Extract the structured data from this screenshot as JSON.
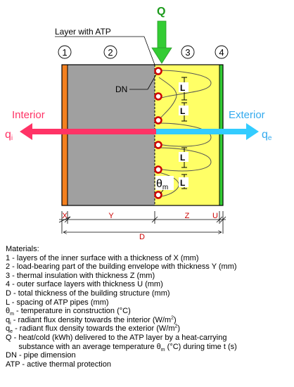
{
  "labels": {
    "q_arrow": "Q",
    "layer_with_atp": "Layer with ATP",
    "dn": "DN",
    "interior": "Interior",
    "exterior": "Exterior",
    "qi": "q",
    "qi_sub": "i",
    "qe": "q",
    "qe_sub": "e",
    "theta": "θ",
    "theta_sub": "m",
    "pipe_spacing": "L"
  },
  "layer_numbers": [
    "1",
    "2",
    "3",
    "4"
  ],
  "dimensions": {
    "x": "X",
    "y": "Y",
    "z": "Z",
    "u": "U",
    "d": "D"
  },
  "legend": {
    "title": "Materials:",
    "rows": [
      {
        "parts": [
          "1 - layers of the inner surface with a thickness of X (mm)"
        ]
      },
      {
        "parts": [
          "2 - load-bearing part of the building envelope with thickness Y (mm)"
        ]
      },
      {
        "parts": [
          "3 - thermal insulation with thickness Z (mm)"
        ]
      },
      {
        "parts": [
          "4 - outer surface layers with thickness U (mm)"
        ]
      },
      {
        "parts": [
          "D - total thickness of the building structure (mm)"
        ]
      },
      {
        "parts": [
          "L - spacing of ATP pipes (mm)"
        ]
      },
      {
        "parts": [
          "θ",
          "m",
          " - temperature in construction (°C)"
        ]
      },
      {
        "parts": [
          "q",
          "i",
          " - radiant flux density towards the interior (W/m",
          "2",
          ")"
        ]
      },
      {
        "parts": [
          "q",
          "e",
          " - radiant flux density towards the exterior (W/m",
          "2",
          ")"
        ]
      },
      {
        "parts": [
          "Q - heat/cold (kWh) delivered to the ATP layer by a heat-carrying"
        ]
      },
      {
        "parts": [
          "      substance with an average temperature θ",
          "m",
          " (°C) during time t (s)"
        ]
      },
      {
        "parts": [
          "DN - pipe dimension"
        ]
      },
      {
        "parts": [
          "ATP - active thermal protection"
        ]
      }
    ]
  },
  "colors": {
    "inner_layer": "#f4801f",
    "load_bearing": "#a0a0a0",
    "insulation": "#ffff66",
    "outer_layer": "#33cc33",
    "q_arrow": "#33cc33",
    "interior_arrow": "#ff3366",
    "exterior_arrow": "#33ccff",
    "pipes": "#cc0000"
  }
}
